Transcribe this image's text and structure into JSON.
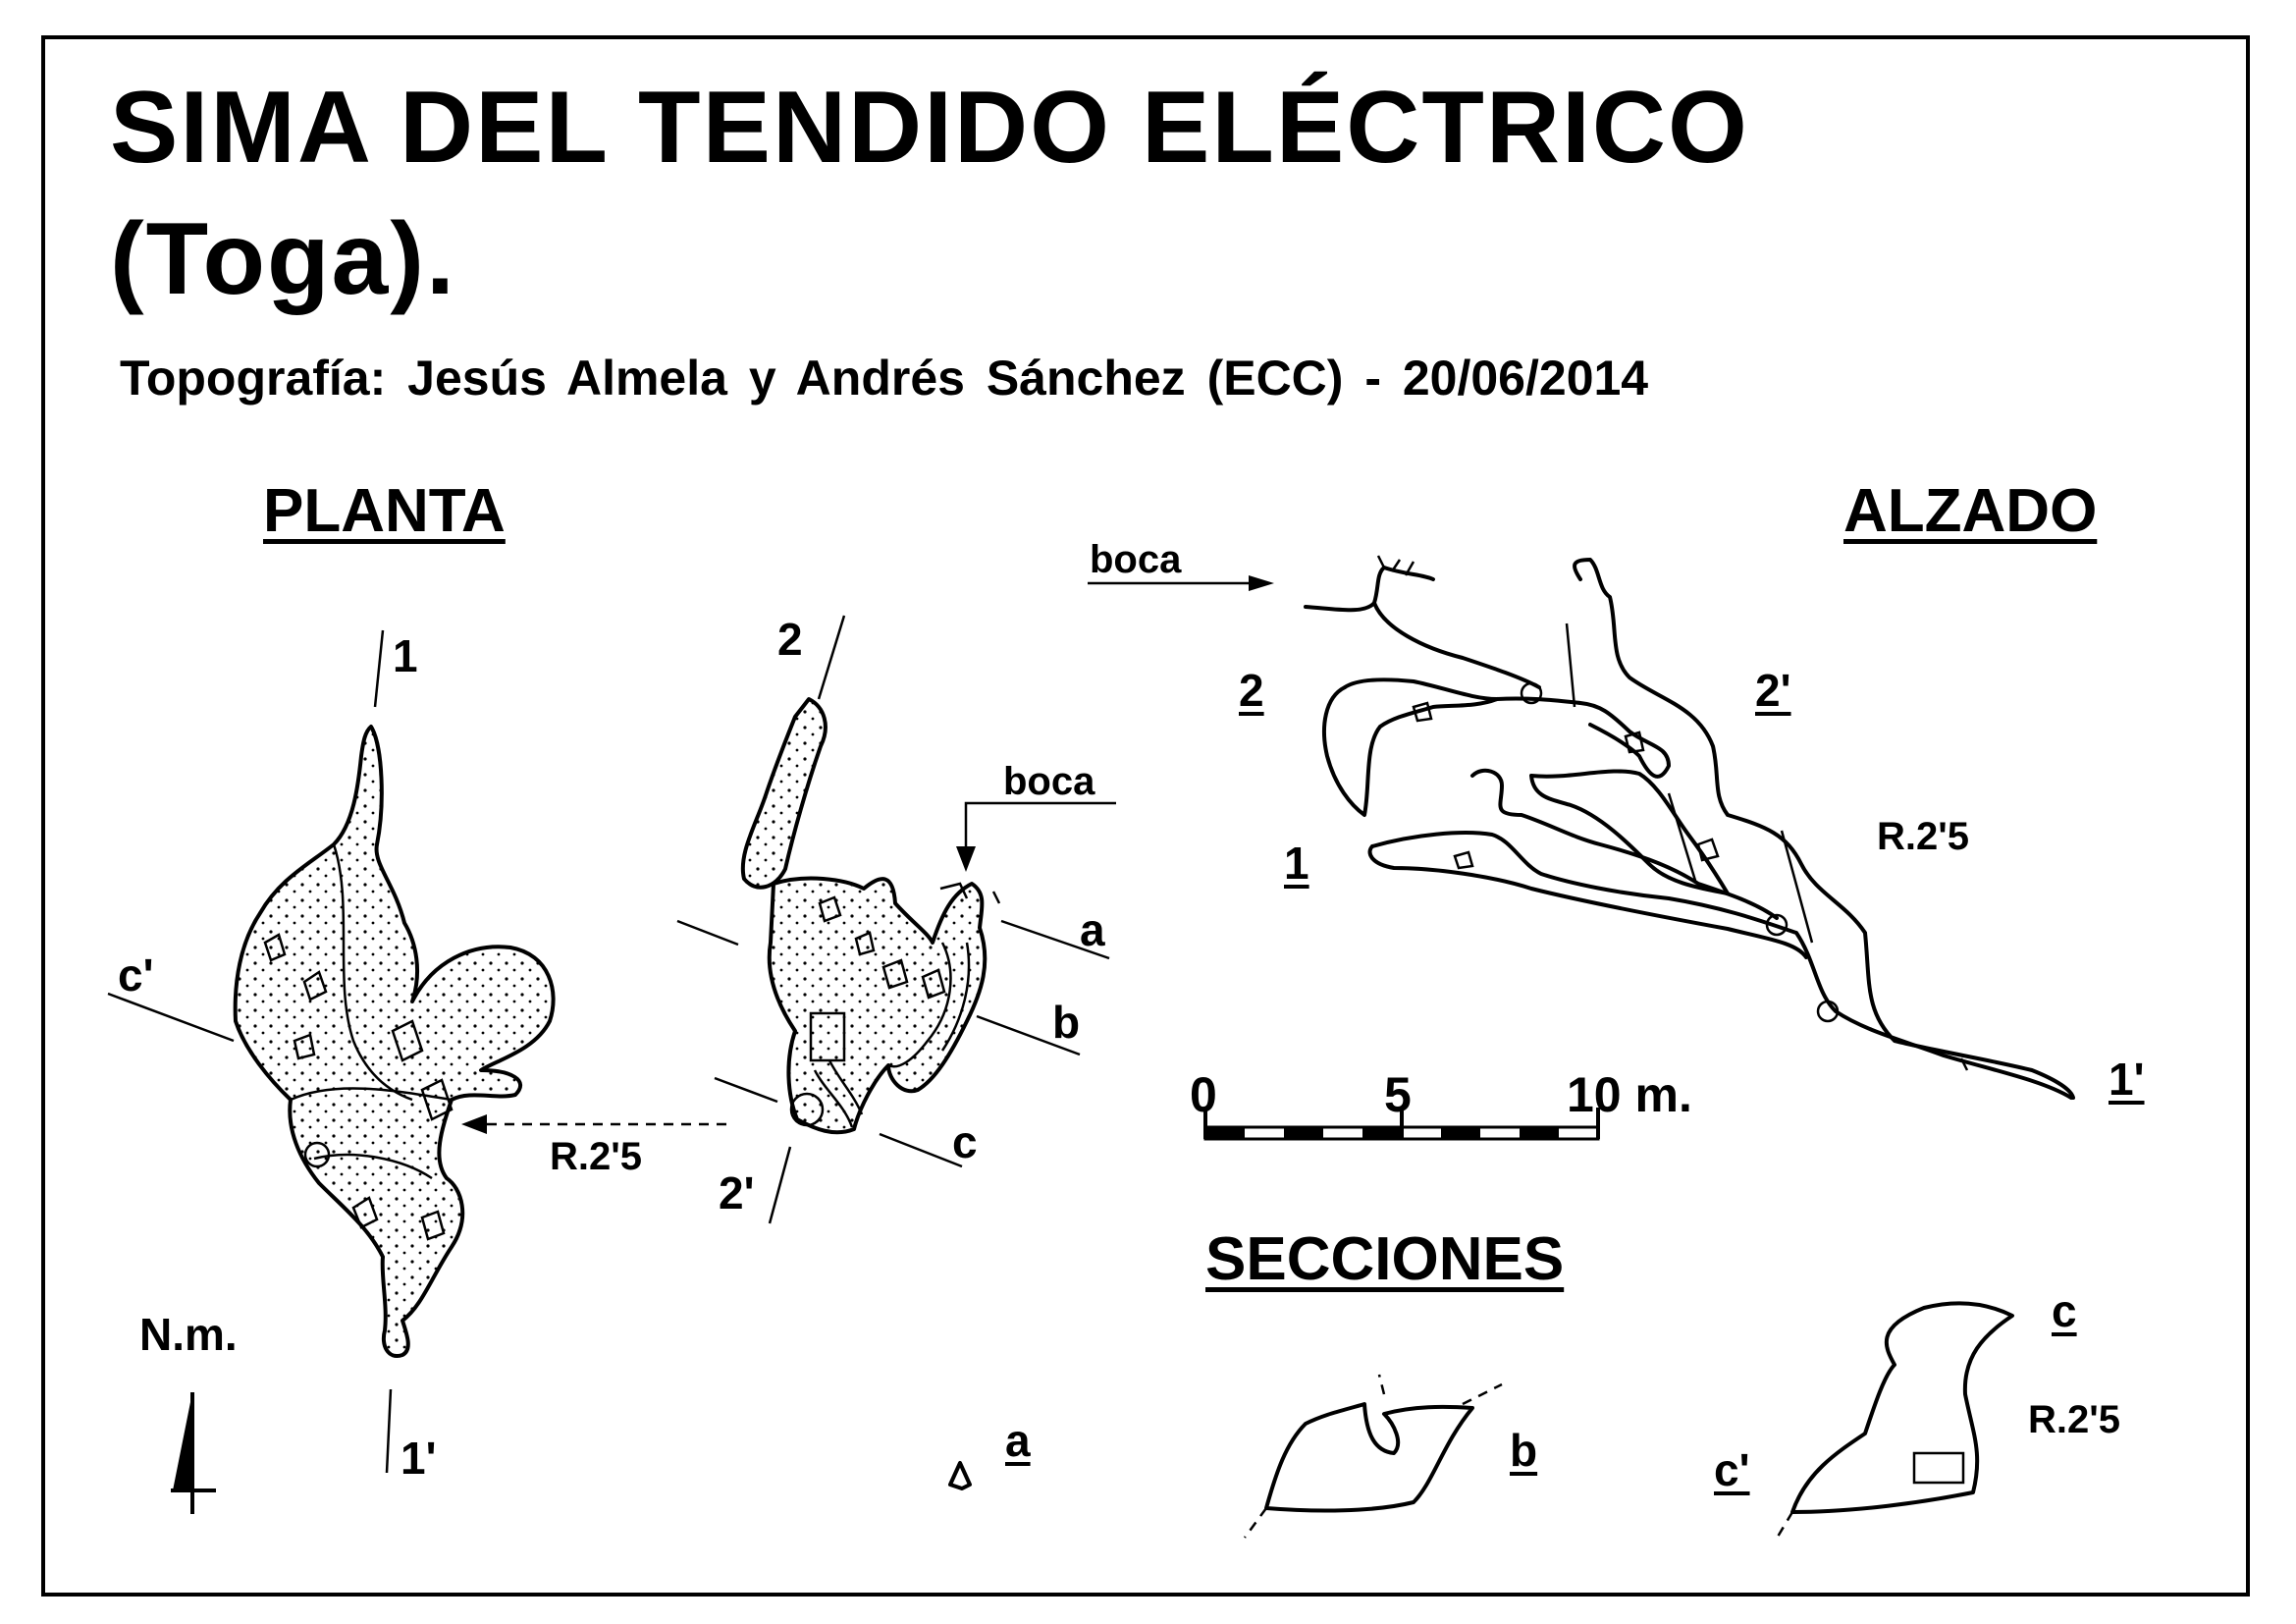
{
  "title": {
    "line1": "SIMA  DEL  TENDIDO  ELÉCTRICO",
    "line2": "(Toga)."
  },
  "credits": "Topografía:  Jesús Almela  y  Andrés Sánchez  (ECC)    -    20/06/2014",
  "headings": {
    "plan": "PLANTA",
    "elevation": "ALZADO",
    "sections": "SECCIONES"
  },
  "plan_labels": {
    "s1": "1",
    "s1p": "1'",
    "s2": "2",
    "s2p": "2'",
    "a": "a",
    "b": "b",
    "c": "c",
    "cp": "c'",
    "boca": "boca",
    "shaft": "R.2'5",
    "north": "N.m."
  },
  "elevation_labels": {
    "boca": "boca",
    "s2": "2",
    "s2p": "2'",
    "s1": "1",
    "s1p": "1'",
    "shaft": "R.2'5"
  },
  "scale": {
    "zero": "0",
    "mid": "5",
    "end": "10 m."
  },
  "section_labels": {
    "a": "a",
    "b": "b",
    "c": "c",
    "cp": "c'",
    "shaft": "R.2'5"
  }
}
